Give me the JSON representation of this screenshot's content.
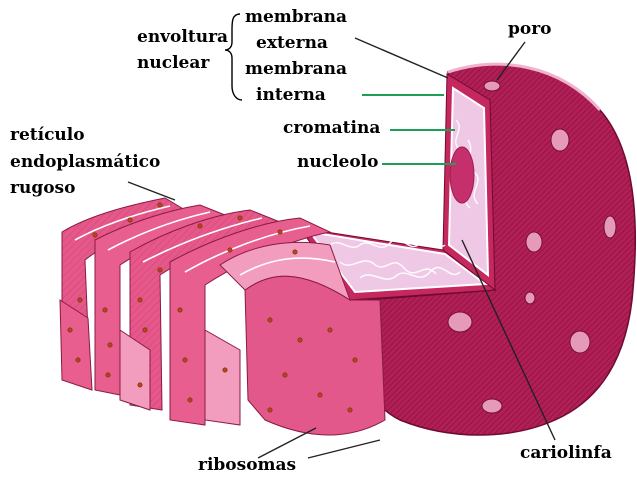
{
  "labels": {
    "envoltura": "envoltura",
    "nuclear": "nuclear",
    "membrana_externa_1": "membrana",
    "membrana_externa_2": "externa",
    "membrana_interna_1": "membrana",
    "membrana_interna_2": "interna",
    "poro": "poro",
    "cromatina": "cromatina",
    "nucleolo": "nucleolo",
    "reticulo_1": "retículo",
    "reticulo_2": "endoplasmático",
    "reticulo_3": "rugoso",
    "ribosomas": "ribosomas",
    "cariolinfa": "cariolinfa"
  },
  "colors": {
    "nucleus_dark": "#a8174f",
    "nucleus_mid": "#c5285f",
    "pore": "#e49ab8",
    "nucleoplasm": "#efc8e6",
    "nucleolus": "#c42f6c",
    "er_front": "#e85e8e",
    "er_top": "#f39dbe",
    "er_side": "#d94b7b",
    "ribosome": "#b5451c",
    "leader_green": "#1e9e57",
    "leader_dark": "#222222"
  }
}
